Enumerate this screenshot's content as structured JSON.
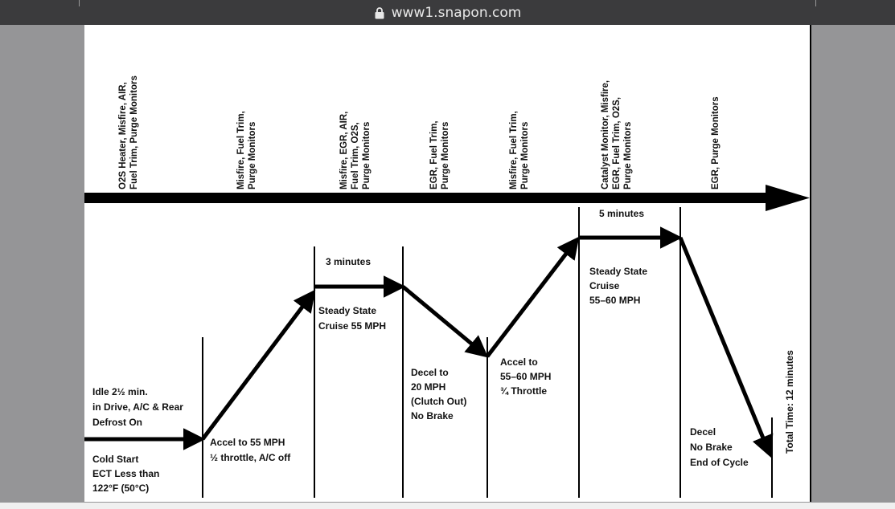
{
  "browser": {
    "url": "www1.snapon.com"
  },
  "monitors_header": [
    [
      "O2S Heater, Misfire, AIR,",
      "Fuel Trim, Purge Monitors"
    ],
    [
      "Misfire, Fuel Trim,",
      "Purge Monitors"
    ],
    [
      "Misfire, EGR, AIR,",
      "Fuel Trim, O2S,",
      "Purge Monitors"
    ],
    [
      "EGR, Fuel Trim,",
      "Purge Monitors"
    ],
    [
      "Misfire, Fuel Trim,",
      "Purge Monitors"
    ],
    [
      "Catalyst Monitor, Misfire,",
      "EGR, Fuel Trim, O2S,",
      "Purge Monitors"
    ],
    [
      "EGR, Purge Monitors"
    ]
  ],
  "phases": [
    [
      "Idle 2½ min.",
      "in Drive, A/C & Rear",
      "Defrost On"
    ],
    [
      "Cold Start",
      "ECT Less than",
      "122°F (50°C)"
    ],
    [
      "Accel to 55 MPH",
      "½ throttle, A/C off"
    ],
    [
      "Steady State",
      "Cruise 55 MPH"
    ],
    [
      "Decel to",
      "20 MPH",
      "(Clutch Out)",
      "No Brake"
    ],
    [
      "Accel to",
      "55–60 MPH",
      "¾ Throttle"
    ],
    [
      "Steady State",
      "Cruise",
      "55–60 MPH"
    ],
    [
      "Decel",
      "No Brake",
      "End of Cycle"
    ]
  ],
  "durations": {
    "cruise_55": "3 minutes",
    "cruise_55_60": "5 minutes"
  },
  "total_time": "Total Time: 12 minutes"
}
